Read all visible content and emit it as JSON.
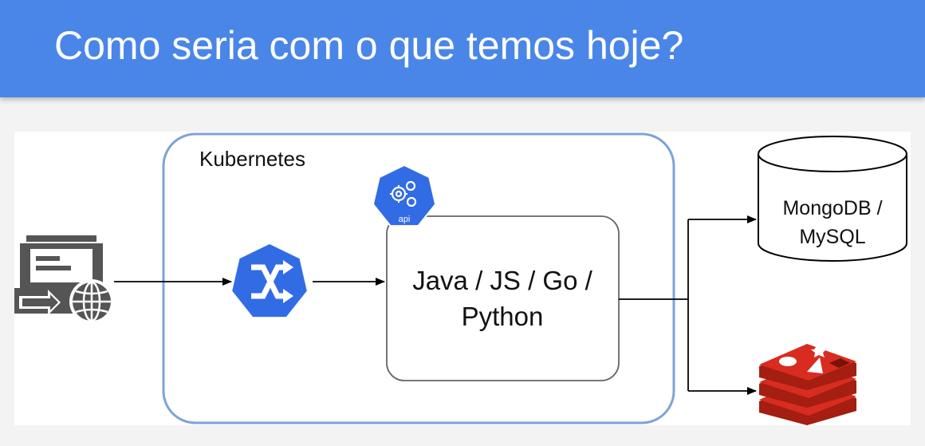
{
  "slide": {
    "title": "Como seria com o que temos hoje?"
  },
  "diagram": {
    "cluster_label": "Kubernetes",
    "api_icon_label": "api",
    "service_box_line1": "Java / JS / Go /",
    "service_box_line2": "Python",
    "database_line1": "MongoDB /",
    "database_line2": "MySQL",
    "colors": {
      "header": "#4a86e8",
      "kubernetes_blue": "#326ce5",
      "cluster_border": "#7fa3d6",
      "redis_red": "#c62a28",
      "client_gray": "#555555"
    },
    "icons": [
      "client-web-icon",
      "ingress-shuffle-icon",
      "kubernetes-api-icon",
      "database-cylinder-icon",
      "redis-icon"
    ]
  }
}
